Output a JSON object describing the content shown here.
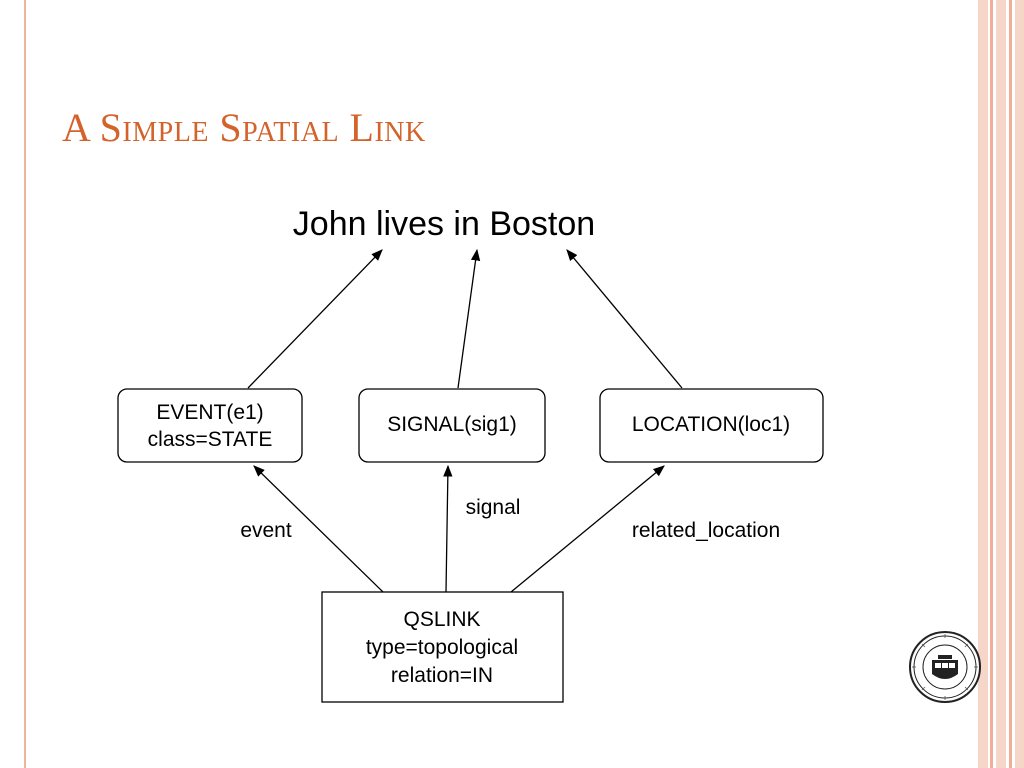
{
  "slide": {
    "title": "A Simple Spatial Link",
    "accent_color": "#d3632a"
  },
  "diagram": {
    "sentence": "John lives in Boston",
    "nodes": {
      "event": [
        "EVENT(e1)",
        "class=STATE"
      ],
      "signal": [
        "SIGNAL(sig1)"
      ],
      "location": [
        "LOCATION(loc1)"
      ],
      "qslink": [
        "QSLINK",
        "type=topological",
        "relation=IN"
      ]
    },
    "edges": {
      "event": "event",
      "signal": "signal",
      "location": "related_location"
    }
  },
  "logo": {
    "name": "university-seal-icon"
  }
}
